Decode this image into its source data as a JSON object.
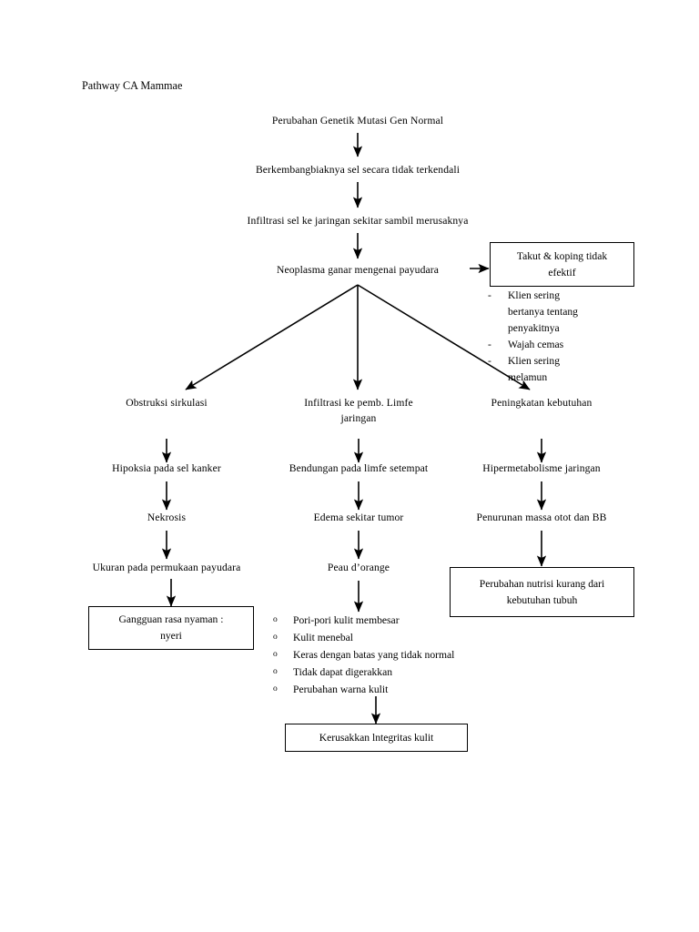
{
  "document": {
    "title": "Pathway CA Mammae"
  },
  "flow": {
    "nodes": [
      {
        "id": "n1",
        "label": "Perubahan Genetik Mutasi Gen Normal"
      },
      {
        "id": "n2",
        "label": "Berkembangbiaknya sel secara tidak terkendali"
      },
      {
        "id": "n3",
        "label": "Infiltrasi sel ke jaringan sekitar sambil merusaknya"
      },
      {
        "id": "n4",
        "label": "Neoplasma ganar mengenai payudara"
      },
      {
        "id": "c1a",
        "label": "Obstruksi sirkulasi"
      },
      {
        "id": "c1b",
        "label": "Hipoksia pada sel kanker"
      },
      {
        "id": "c1c",
        "label": "Nekrosis"
      },
      {
        "id": "c1d",
        "label": "Ukuran pada permukaan payudara"
      },
      {
        "id": "c2a",
        "label": "Infiltrasi ke pemb. Limfe\njaringan"
      },
      {
        "id": "c2b",
        "label": "Bendungan pada limfe setempat"
      },
      {
        "id": "c2c",
        "label": "Edema sekitar tumor"
      },
      {
        "id": "c2d",
        "label": "Peau d’orange"
      },
      {
        "id": "c3a",
        "label": "Peningkatan kebutuhan"
      },
      {
        "id": "c3b",
        "label": "Hipermetabolisme jaringan"
      },
      {
        "id": "c3c",
        "label": "Penurunan massa otot dan BB"
      }
    ],
    "boxes": [
      {
        "id": "box_takut",
        "label": "Takut & koping tidak\nefektif"
      },
      {
        "id": "box_nyeri",
        "label": "Gangguan rasa nyaman :\nnyeri"
      },
      {
        "id": "box_nutrisi",
        "label": "Perubahan nutrisi kurang dari\nkebutuhan tubuh"
      },
      {
        "id": "box_integritas",
        "label": "Kerusakkan lntegritas kulit"
      }
    ],
    "coping_symptoms": {
      "marker": "-",
      "items": [
        "Klien sering\nbertanya tentang\npenyakitnya",
        "Wajah cemas",
        "Klien sering\nmelamun"
      ]
    },
    "skin_symptoms": {
      "marker": "o",
      "items": [
        "Pori-pori kulit membesar",
        "Kulit menebal",
        "Keras dengan batas yang tidak normal",
        "Tidak dapat digerakkan",
        "Perubahan warna kulit"
      ]
    }
  },
  "style": {
    "line_color": "#000000",
    "background": "#ffffff"
  }
}
